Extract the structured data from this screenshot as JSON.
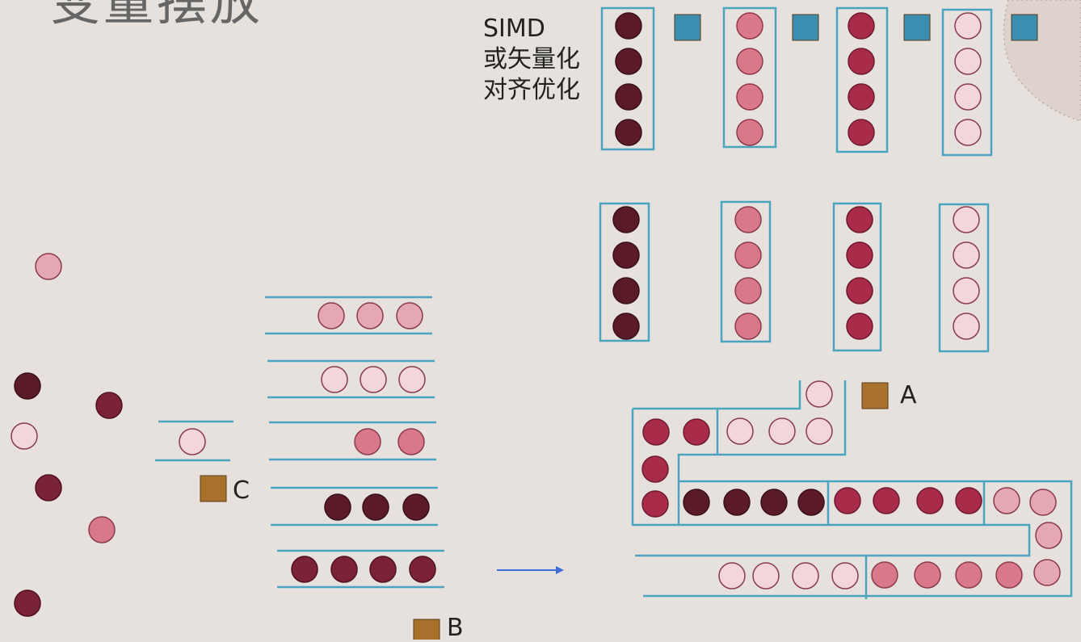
{
  "title": "变量摆放",
  "simd_label": {
    "line1": "SIMD",
    "line2": "或矢量化",
    "line3": "对齐优化"
  },
  "markers": {
    "a": "A",
    "b": "B",
    "c": "C"
  },
  "colors": {
    "background": "#e6e1dc",
    "line": "#4aa3bf",
    "arrow": "#3f6ed6",
    "orange_marker": "#a8722e",
    "blue_marker": "#3a8fb0",
    "dark_maroon": "#5a1a28",
    "maroon": "#7a2238",
    "crimson": "#a82c4a",
    "rose": "#d8788a",
    "pink": "#e6a7b4",
    "light_pink": "#f2d6dc"
  }
}
